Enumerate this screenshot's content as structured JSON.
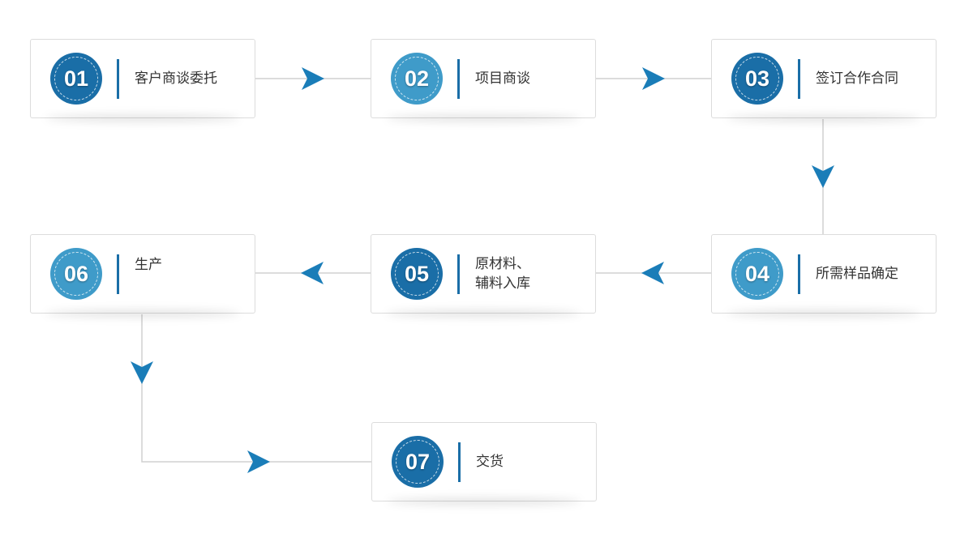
{
  "steps": [
    {
      "number": "01",
      "label": "客户商谈委托"
    },
    {
      "number": "02",
      "label": "项目商谈"
    },
    {
      "number": "03",
      "label": "签订合作合同"
    },
    {
      "number": "04",
      "label": "所需样品确定"
    },
    {
      "number": "05",
      "label": "原材料、\n辅料入库"
    },
    {
      "number": "06",
      "label": "生产"
    },
    {
      "number": "07",
      "label": "交货"
    }
  ],
  "colors": {
    "badge_dark": "#1a6ea7",
    "badge_light": "#3f9bc9",
    "arrow": "#1a7db8",
    "connector_line": "#d0d0d0"
  }
}
